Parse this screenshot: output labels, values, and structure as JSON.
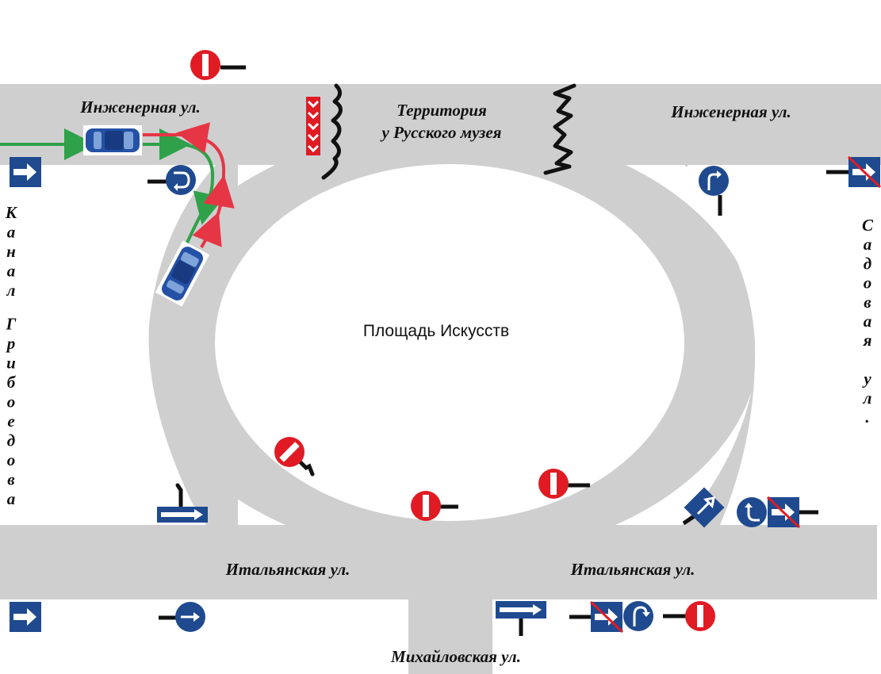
{
  "colors": {
    "road": "#cfcfcf",
    "sign_blue": "#1f4a8f",
    "sign_red": "#e01b24",
    "route_green": "#2fa14a",
    "route_red": "#e63645",
    "car_blue": "#2451a6",
    "crack": "#111111"
  },
  "streets": {
    "inzhenernaya_west": "Инженерная ул.",
    "inzhenernaya_east": "Инженерная ул.",
    "territory_line1": "Территория",
    "territory_line2": "у Русского музея",
    "kanal_line1": "Канал",
    "kanal_line2": "Грибоедова",
    "sadovaya": "Садовая ул.",
    "italyanskaya_west": "Итальянская ул.",
    "italyanskaya_east": "Итальянская ул.",
    "mikhaylovskaya": "Михайловская ул."
  },
  "square_label": "Площадь Искусств",
  "signs": [
    {
      "name": "no-entry-sign-top",
      "type": "no-entry"
    },
    {
      "name": "one-way-sign-west",
      "type": "one-way-right"
    },
    {
      "name": "u-turn-sign-inzhenernaya",
      "type": "u-turn"
    },
    {
      "name": "chevron-board-sign",
      "type": "chevron-board"
    },
    {
      "name": "turn-right-sign-east",
      "type": "turn-right"
    },
    {
      "name": "one-way-end-sign-east",
      "type": "one-way-end"
    },
    {
      "name": "no-entry-sign-angled",
      "type": "no-entry-angled"
    },
    {
      "name": "one-way-board-sign-south-west",
      "type": "one-way-board"
    },
    {
      "name": "no-entry-sign-south-center",
      "type": "no-entry"
    },
    {
      "name": "no-entry-sign-south-east",
      "type": "no-entry"
    },
    {
      "name": "diamond-arrow-sign",
      "type": "diamond-arrow"
    },
    {
      "name": "u-turn-left-sign",
      "type": "u-turn"
    },
    {
      "name": "one-way-end-sign-south-east",
      "type": "one-way-end"
    },
    {
      "name": "one-way-sign-bottom-left",
      "type": "one-way-right"
    },
    {
      "name": "circle-arrow-sign",
      "type": "arrow-right"
    },
    {
      "name": "one-way-board-sign-bottom",
      "type": "one-way-board"
    },
    {
      "name": "one-way-end-sign-bottom",
      "type": "one-way-end"
    },
    {
      "name": "u-turn-sign-bottom",
      "type": "u-turn"
    },
    {
      "name": "no-entry-sign-bottom-right",
      "type": "no-entry"
    }
  ]
}
